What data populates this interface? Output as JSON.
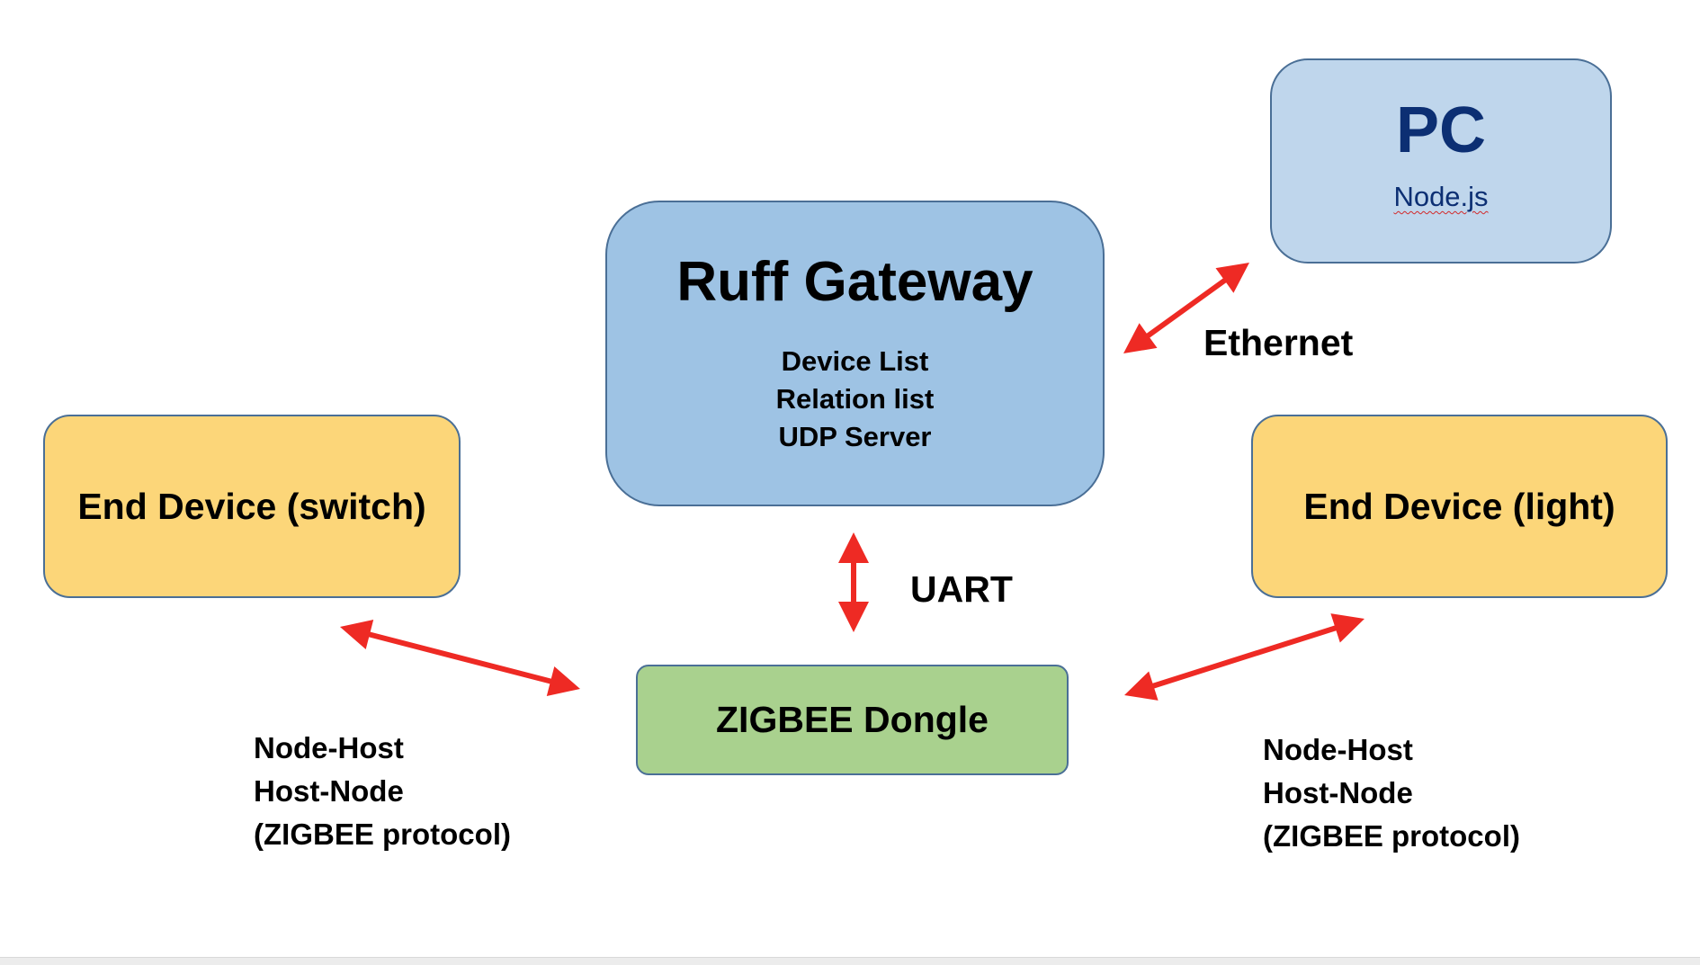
{
  "nodes": {
    "pc": {
      "title": "PC",
      "subtitle": "Node.js"
    },
    "gateway": {
      "title": "Ruff Gateway",
      "lines": [
        "Device List",
        "Relation list",
        "UDP Server"
      ]
    },
    "end_switch": {
      "label": "End Device (switch)"
    },
    "end_light": {
      "label": "End Device (light)"
    },
    "dongle": {
      "label": "ZIGBEE Dongle"
    }
  },
  "links": {
    "ethernet": "Ethernet",
    "uart": "UART",
    "zigbee_left": [
      "Node-Host",
      "Host-Node",
      "(ZIGBEE protocol)"
    ],
    "zigbee_right": [
      "Node-Host",
      "Host-Node",
      "(ZIGBEE protocol)"
    ]
  },
  "colors": {
    "arrow": "#ee2a24",
    "gateway_fill": "#9ec3e4",
    "pc_fill": "#bfd6ec",
    "end_device_fill": "#fcd679",
    "dongle_fill": "#a9d18e",
    "border": "#4a6f96",
    "pc_text": "#0c2f73"
  }
}
